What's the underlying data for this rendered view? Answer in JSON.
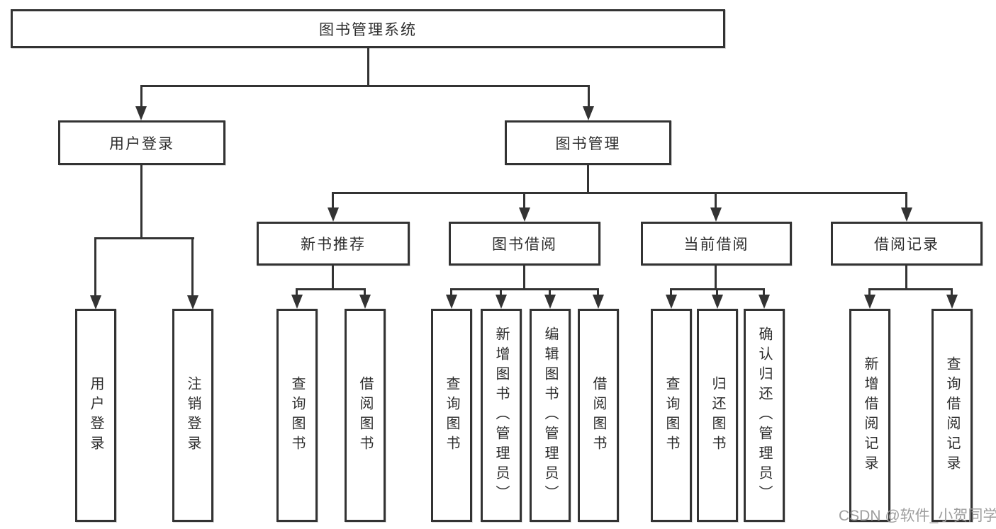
{
  "diagram_type": "hierarchy-tree",
  "tree": {
    "label": "图书管理系统",
    "children": [
      {
        "label": "用户登录",
        "children": [
          {
            "label": "用户登录"
          },
          {
            "label": "注销登录"
          }
        ]
      },
      {
        "label": "图书管理",
        "children": [
          {
            "label": "新书推荐",
            "children": [
              {
                "label": "查询图书"
              },
              {
                "label": "借阅图书"
              }
            ]
          },
          {
            "label": "图书借阅",
            "children": [
              {
                "label": "查询图书"
              },
              {
                "label": "新增图书（管理员）"
              },
              {
                "label": "编辑图书（管理员）"
              },
              {
                "label": "借阅图书"
              }
            ]
          },
          {
            "label": "当前借阅",
            "children": [
              {
                "label": "查询图书"
              },
              {
                "label": "归还图书"
              },
              {
                "label": "确认归还（管理员）"
              }
            ]
          },
          {
            "label": "借阅记录",
            "children": [
              {
                "label": "新增借阅记录"
              },
              {
                "label": "查询借阅记录"
              }
            ]
          }
        ]
      }
    ]
  },
  "watermark": {
    "text": "CSDN @软件_小贺同学"
  },
  "colors": {
    "line": "#333333",
    "text": "#2d2d2d",
    "watermark": "#9e9e9e",
    "background": "#ffffff"
  }
}
